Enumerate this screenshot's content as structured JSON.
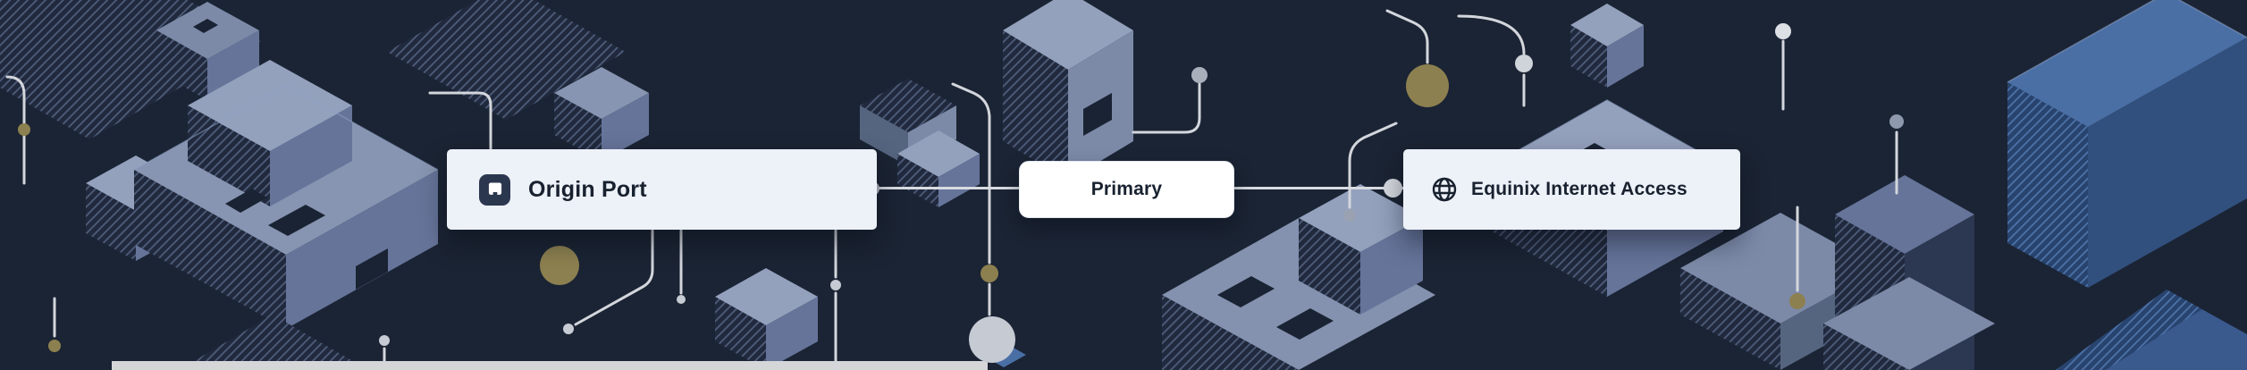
{
  "theme": {
    "bg": "#1b2434",
    "card_bg": "#edf1f8",
    "pill_bg": "#ffffff",
    "text": "#18212f",
    "connector": "#d8dbe0",
    "node_dot": "#b7bdc8",
    "gold": "#8d8050",
    "slate": "#8795b2",
    "accent_blue": "#4a6fa5"
  },
  "diagram": {
    "origin": {
      "label": "Origin Port",
      "icon": "port-icon"
    },
    "link": {
      "label": "Primary"
    },
    "destination": {
      "label": "Equinix Internet Access",
      "icon": "globe-icon"
    }
  }
}
